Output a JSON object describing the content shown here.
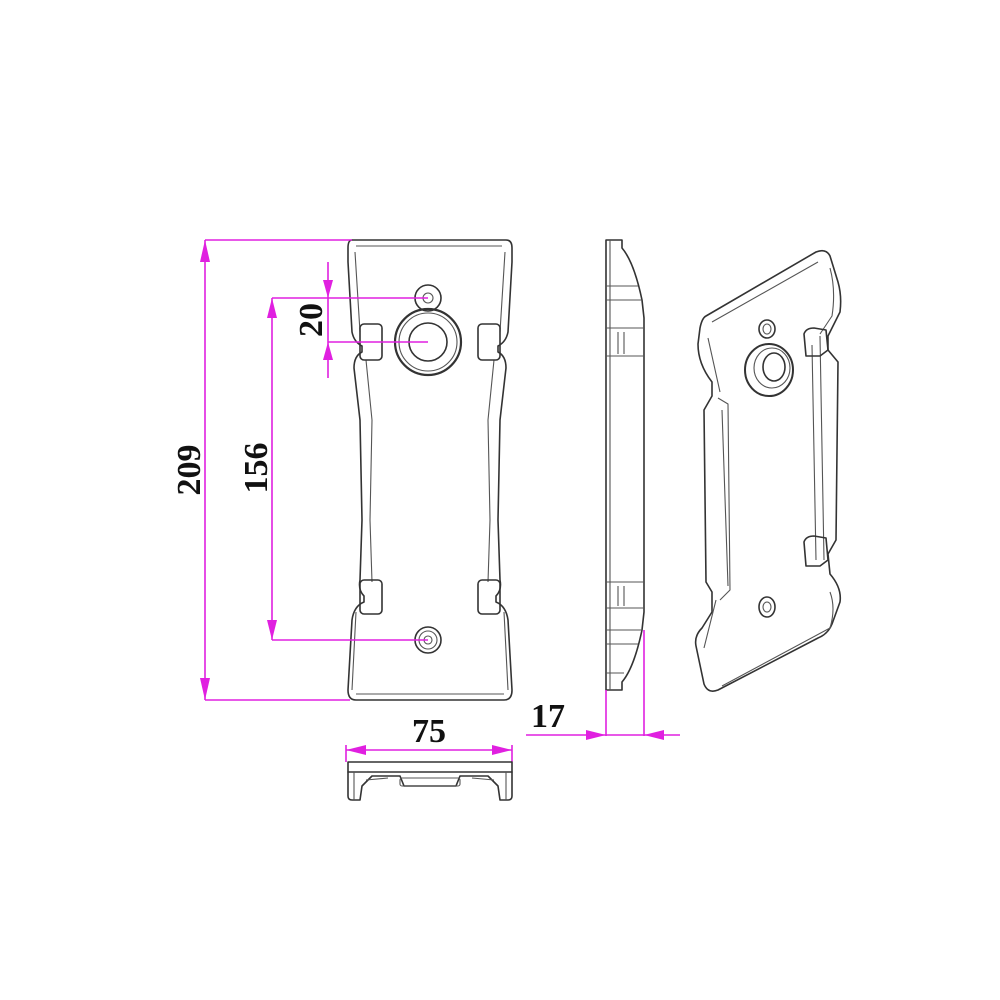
{
  "drawing": {
    "type": "technical-drawing",
    "views": [
      "front-view",
      "side-view",
      "bottom-view",
      "isometric-view"
    ],
    "dimension_color": "#e020e0",
    "line_color": "#333333",
    "units": "mm"
  },
  "dimensions": {
    "overall_height": {
      "label": "209",
      "value": 209,
      "orientation": "vertical"
    },
    "hole_spacing": {
      "label": "156",
      "value": 156,
      "orientation": "vertical"
    },
    "hole_to_center_offset": {
      "label": "20",
      "value": 20,
      "orientation": "vertical"
    },
    "width": {
      "label": "75",
      "value": 75,
      "orientation": "horizontal"
    },
    "thickness": {
      "label": "17",
      "value": 17,
      "orientation": "horizontal"
    }
  }
}
